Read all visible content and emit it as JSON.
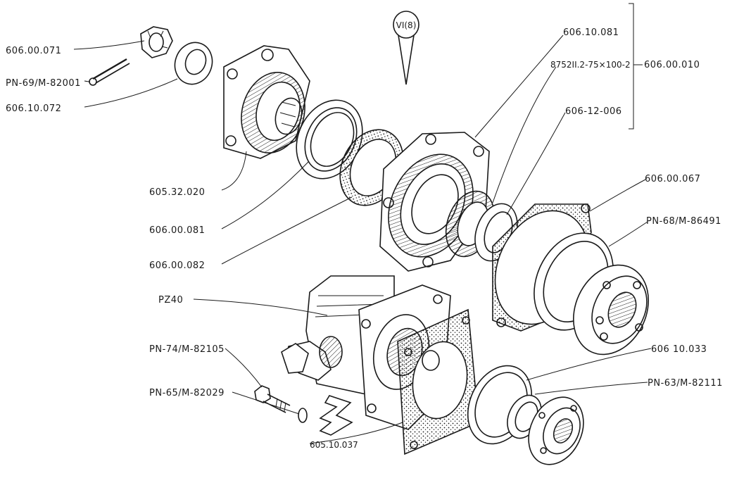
{
  "view_marker": "VI(8)",
  "labels": {
    "p606_00_071": "606.00.071",
    "pn69": "PN-69/M-82001",
    "p606_10_072": "606.10.072",
    "p606_10_081": "606.10.081",
    "bearing_spec": "8752II.2-75×100-2",
    "p606_00_010": "606.00.010",
    "p606_12_006": "606-12-006",
    "p605_32_020": "605.32.020",
    "p606_00_081": "606.00.081",
    "p606_00_082": "606.00.082",
    "p606_00_067": "606.00.067",
    "pn68": "PN-68/M-86491",
    "pz40": "PZ40",
    "pn74": "PN-74/M-82105",
    "pn65": "PN-65/M-82029",
    "p606_10_033": "606 10.033",
    "pn63": "PN-63/M-82111",
    "p605_10_037": "605.10.037"
  }
}
